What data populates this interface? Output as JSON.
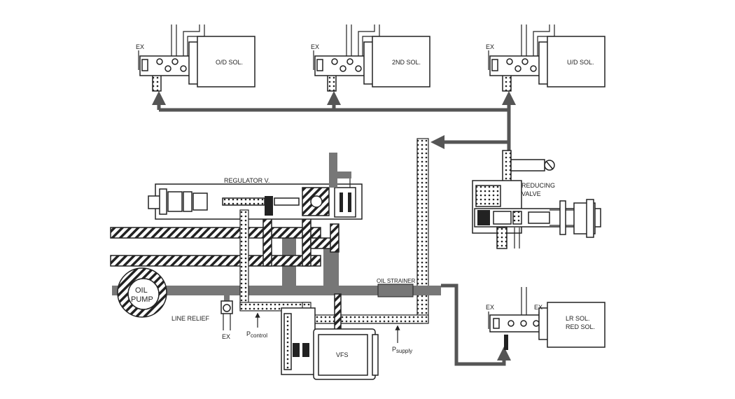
{
  "labels": {
    "od_sol": "O/D SOL.",
    "second_sol": "2ND SOL.",
    "ud_sol": "U/D SOL.",
    "ex": "EX",
    "regulator_valve": "REGULATOR V.",
    "reducing_valve_line1": "REDUCING",
    "reducing_valve_line2": "VALVE",
    "oil_pump_line1": "OIL",
    "oil_pump_line2": "PUMP",
    "line_relief": "LINE RELIEF",
    "oil_strainer": "OIL STRAINER",
    "p_control_main": "P",
    "p_control_sub": "control",
    "p_supply_main": "P",
    "p_supply_sub": "supply",
    "vfs": "VFS",
    "lr_sol_line1": "LR SOL.",
    "lr_sol_line2": "RED SOL."
  },
  "colors": {
    "pressure_line": "#777777",
    "outline": "#222222",
    "background": "#ffffff"
  }
}
